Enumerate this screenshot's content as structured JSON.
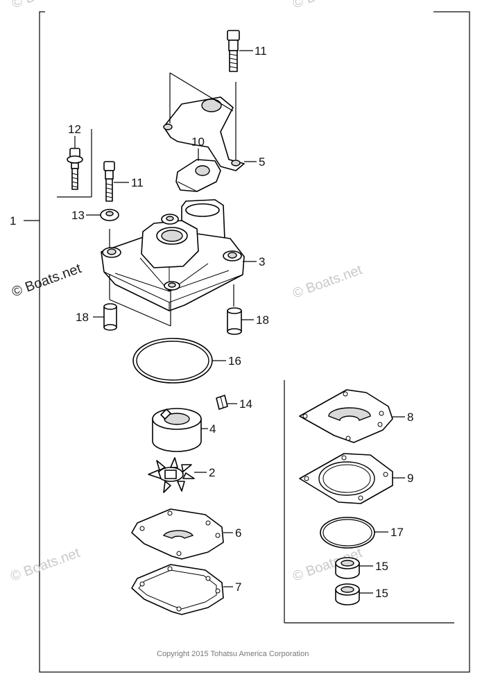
{
  "parts": {
    "p1": "1",
    "p2": "2",
    "p3": "3",
    "p4": "4",
    "p5": "5",
    "p6": "6",
    "p7": "7",
    "p8": "8",
    "p9": "9",
    "p10": "10",
    "p11a": "11",
    "p11b": "11",
    "p12": "12",
    "p13": "13",
    "p14": "14",
    "p15a": "15",
    "p15b": "15",
    "p16": "16",
    "p17": "17",
    "p18a": "18",
    "p18b": "18"
  },
  "watermarks": {
    "main": "© Boats.net",
    "faint": "© Boats.net"
  },
  "copyright": "Copyright 2015 Tohatsu America Corporation"
}
